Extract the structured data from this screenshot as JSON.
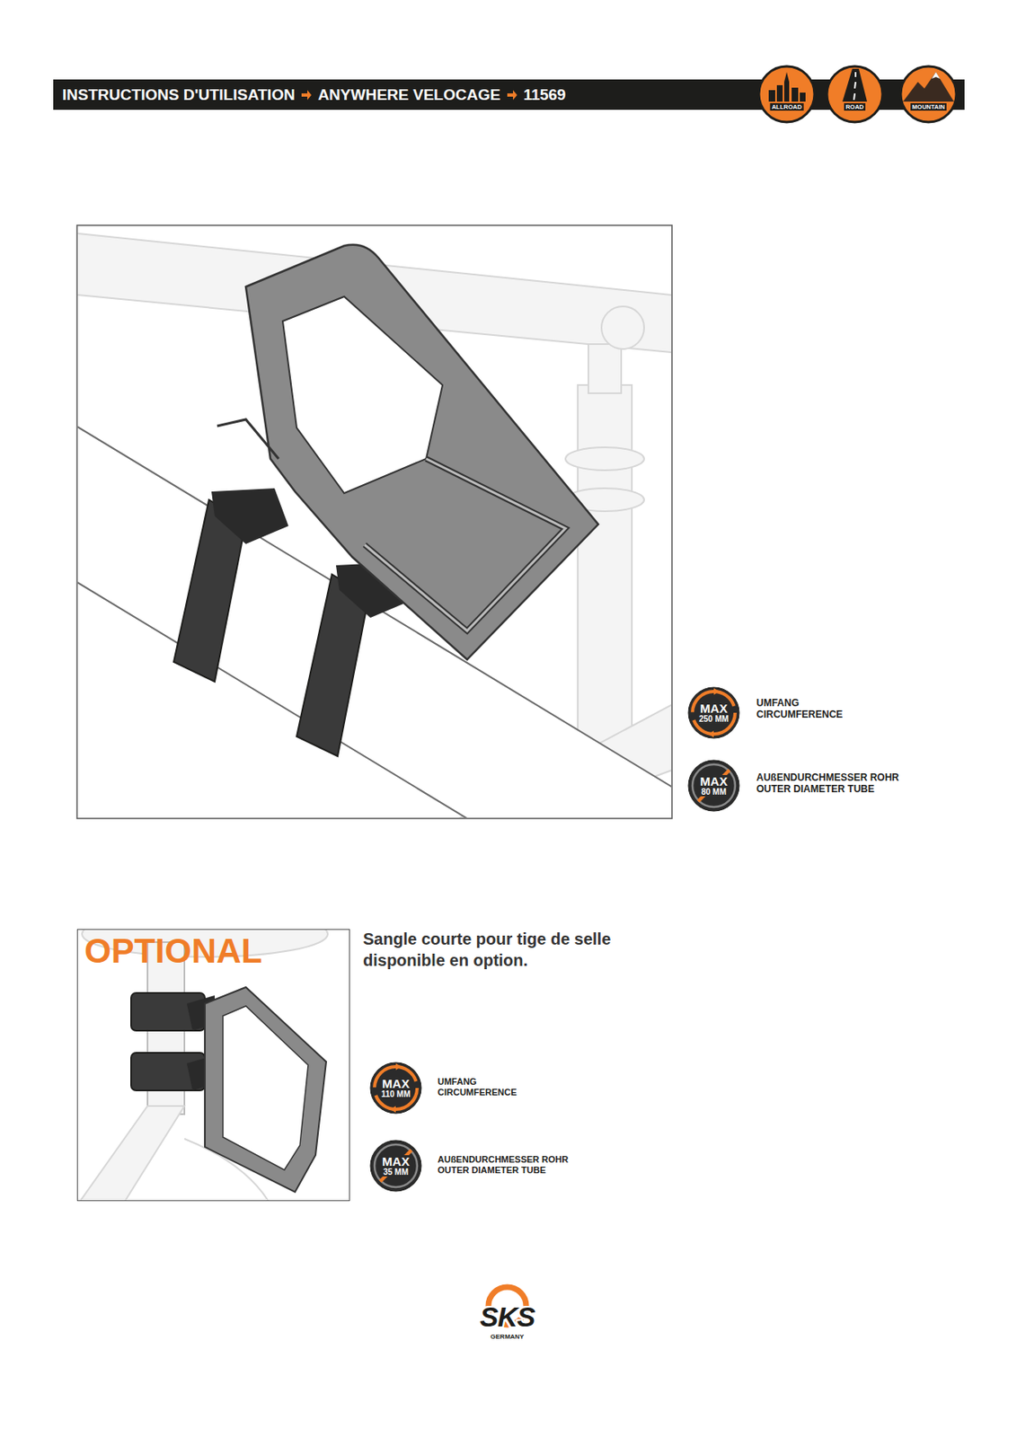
{
  "diagram": {
    "title": "INSTRUCTIONS D'UTILISATION",
    "nodes": [
      {
        "text": [
          "MAX",
          "250 MM"
        ]
      },
      {
        "text": [
          "MAX",
          "80 MM"
        ]
      },
      {
        "text": [
          "OPTIONAL"
        ]
      },
      {
        "text": [
          "MAX",
          "110 MM"
        ]
      },
      {
        "text": [
          "MAX",
          "35 MM"
        ]
      }
    ],
    "labels": [
      "ANYWHERE VELOCAGE",
      "11569",
      "ALLROAD",
      "ROAD",
      "MOUNTAIN",
      "UMFANG",
      "CIRCUMFERENCE",
      "AUßENDURCHMESSER ROHR",
      "OUTER DIAMETER TUBE",
      "UMFANG",
      "CIRCUMFERENCE",
      "AUßENDURCHMESSER ROHR",
      "OUTER DIAMETER TUBE",
      "Sangle courte pour tige de selle disponible en option.",
      "SKS",
      "GERMANY"
    ]
  }
}
